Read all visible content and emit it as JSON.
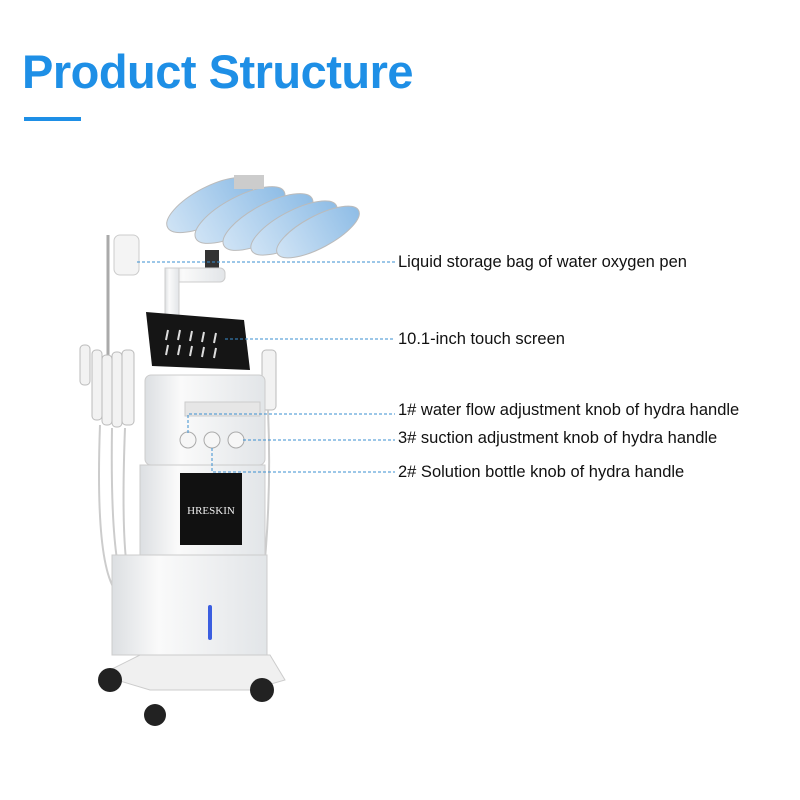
{
  "title": "Product Structure",
  "accent_color": "#1e8fe6",
  "leader_line_color": "#3a8fd0",
  "brand": "HRESKIN",
  "labels": [
    "Liquid storage bag of water oxygen pen",
    "10.1-inch touch screen",
    "1# water flow adjustment knob of hydra handle",
    "3# suction adjustment knob of hydra handle",
    "2# Solution bottle knob of hydra handle"
  ]
}
